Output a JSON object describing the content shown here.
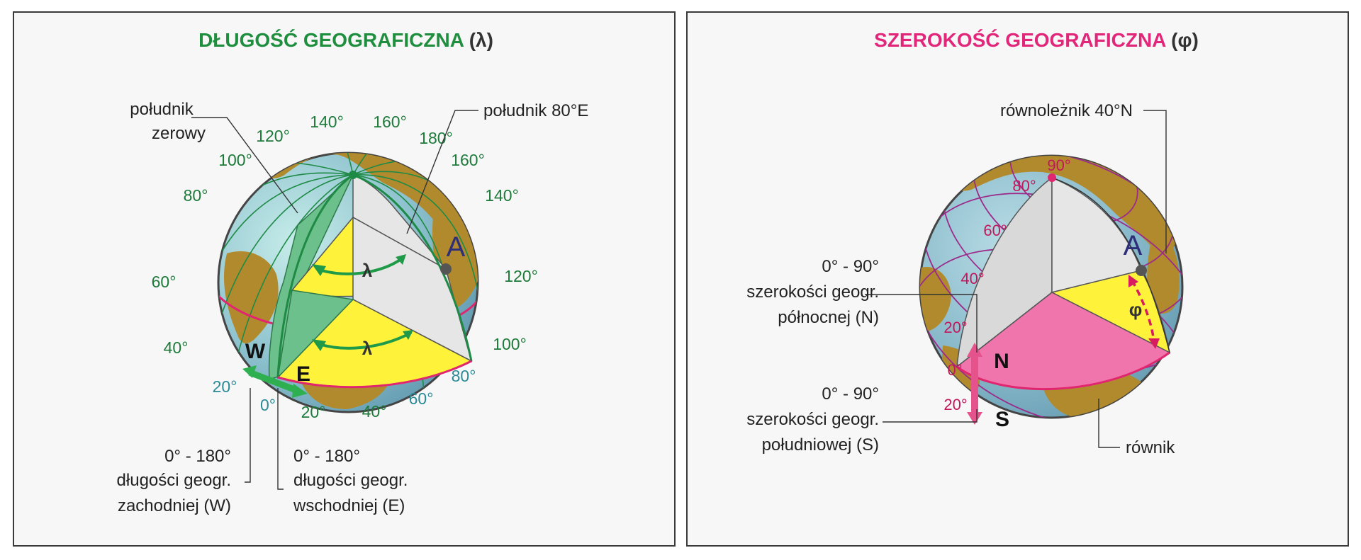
{
  "left_panel": {
    "title": "DŁUGOŚĆ GEOGRAFICZNA",
    "title_symbol": "(λ)",
    "prime_meridian_label": [
      "południk",
      "zerowy"
    ],
    "meridian_80e_label": "południk 80°E",
    "point_label": "A",
    "angle_symbol": "λ",
    "west_letter": "W",
    "east_letter": "E",
    "west_desc": [
      "0° - 180°",
      "długości geogr.",
      "zachodniej (W)"
    ],
    "east_desc": [
      "0° - 180°",
      "długości geogr.",
      "wschodniej (E)"
    ],
    "degree_labels_top": [
      "140°",
      "160°",
      "120°",
      "180°",
      "100°",
      "160°",
      "80°",
      "140°",
      "60°",
      "120°",
      "40°",
      "100°"
    ],
    "degree_labels_bottom": [
      "20°",
      "0°",
      "20°",
      "40°",
      "60°",
      "80°"
    ],
    "colors": {
      "title": "#1f8f3f",
      "arrow": "#1e9a48",
      "sector": "#fff23a",
      "land": "#b28a2e",
      "ocean": "#7fb3c6"
    }
  },
  "right_panel": {
    "title": "SZEROKOŚĆ GEOGRAFICZNA",
    "title_symbol": "(φ)",
    "parallel_label": "równoleżnik 40°N",
    "point_label": "A",
    "angle_symbol": "φ",
    "north_letter": "N",
    "south_letter": "S",
    "north_desc": [
      "0° - 90°",
      "szerokości geogr.",
      "północnej (N)"
    ],
    "south_desc": [
      "0° - 90°",
      "szerokości geogr.",
      "południowej (S)"
    ],
    "equator_label": "równik",
    "degree_labels": [
      "90°",
      "80°",
      "60°",
      "40°",
      "20°",
      "0°",
      "20°"
    ],
    "colors": {
      "title": "#e2267a",
      "arrow": "#d81b60",
      "sector_pink": "#f075ad",
      "sector_yellow": "#fff23a"
    }
  }
}
